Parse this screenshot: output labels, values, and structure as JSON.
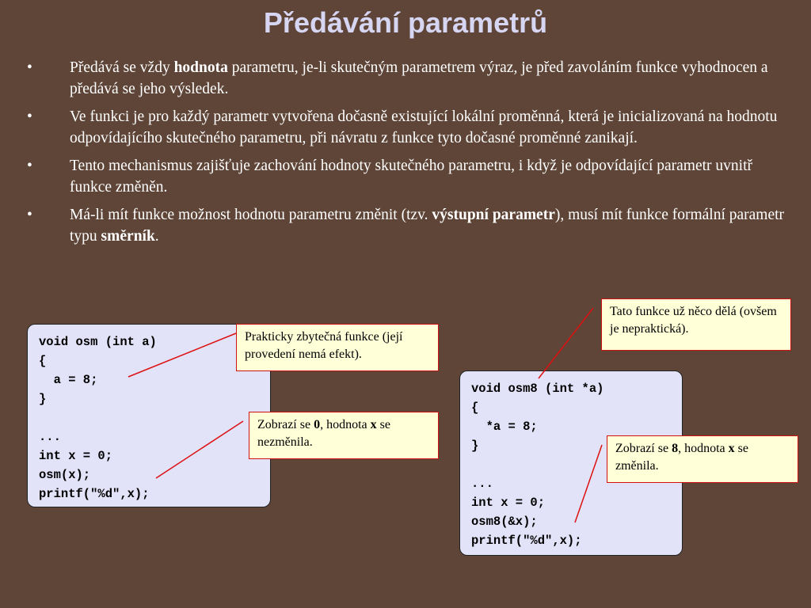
{
  "title": "Předávání parametrů",
  "bullets": [
    {
      "t1": "Předává se vždy ",
      "b1": "hodnota",
      "t2": " parametru, je-li skutečným parametrem výraz, je před zavoláním funkce vyhodnocen a předává se jeho výsledek.",
      "b2": "",
      "t3": ""
    },
    {
      "t1": "Ve funkci je pro každý parametr vytvořena dočasně existující lokální proměnná, která je inicializovaná na hodnotu odpovídajícího skutečného parametru, při návratu z funkce tyto dočasné proměnné zanikají.",
      "b1": "",
      "t2": "",
      "b2": "",
      "t3": ""
    },
    {
      "t1": "Tento mechanismus zajišťuje zachování hodnoty skutečného parametru, i když je odpovídající parametr uvnitř funkce změněn.",
      "b1": "",
      "t2": "",
      "b2": "",
      "t3": ""
    },
    {
      "t1": "Má-li mít funkce možnost hodnotu parametru změnit (tzv. ",
      "b1": "výstupní parametr",
      "t2": "), musí mít funkce formální parametr typu ",
      "b2": "směrník",
      "t3": "."
    }
  ],
  "bullet_symbol": "•",
  "code1": "void osm (int a)\n{\n  a = 8;\n}\n\n...\nint x = 0;\nosm(x);\nprintf(\"%d\",x);",
  "code2": "void osm8 (int *a)\n{\n  *a = 8;\n}\n\n...\nint x = 0;\nosm8(&x);\nprintf(\"%d\",x);",
  "notes": {
    "n1": {
      "text": "Prakticky zbytečná funkce (její provedení nemá  efekt)."
    },
    "n2": {
      "t1": "Zobrazí se ",
      "b1": "0",
      "t2": ", hodnota ",
      "b2": "x",
      "t3": " se nezměnila."
    },
    "n3": {
      "text": "Tato funkce už něco dělá (ovšem je nepraktická)."
    },
    "n4": {
      "t1": "Zobrazí se ",
      "b1": "8",
      "t2": ", hodnota ",
      "b2": "x",
      "t3": " se změnila."
    }
  },
  "colors": {
    "background": "#5e4537",
    "title": "#d6d6f2",
    "code_bg": "#e2e2f8",
    "note_bg": "#ffffd8",
    "note_border": "#cc1111",
    "connector": "#dd1111"
  }
}
